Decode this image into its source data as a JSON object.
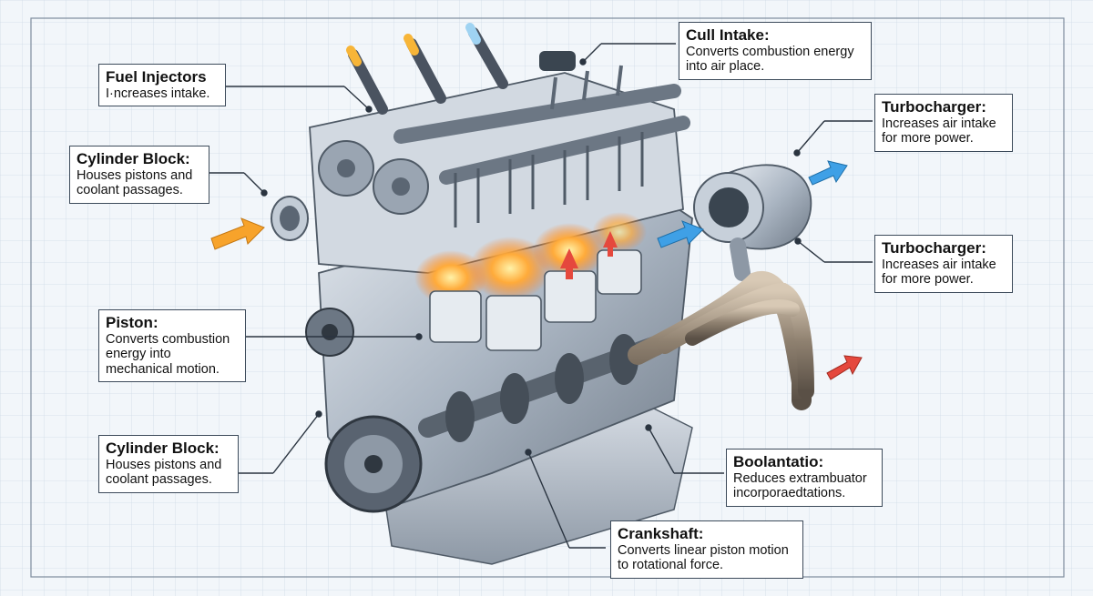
{
  "diagram": {
    "colors": {
      "background": "#f2f6fa",
      "grid": "#c9d6e6",
      "metal": "#aeb9c6",
      "metal_dark": "#5b6673",
      "combustion": "#ff8a1f",
      "arrow_orange": "#f7a32b",
      "arrow_blue": "#3fa0e6",
      "arrow_red": "#e5483d",
      "leader": "#2a3440"
    },
    "callouts": [
      {
        "title": "Fuel Injectors",
        "desc": "I·ncreases intake."
      },
      {
        "title": "Cylinder Block:",
        "desc": "Houses pistons and\ncoolant passages."
      },
      {
        "title": "Piston:",
        "desc": "Converts combustion\nenergy into\nmechanical motion."
      },
      {
        "title": "Cylinder Block:",
        "desc": "Houses pistons and\ncoolant passages."
      },
      {
        "title": "Cull Intake:",
        "desc": "Converts combustion energy\ninto air place."
      },
      {
        "title": "Turbocharger:",
        "desc": "Increases air intake\nfor more power."
      },
      {
        "title": "Turbocharger:",
        "desc": "Increases air intake\nfor more power."
      },
      {
        "title": "Boolantatio:",
        "desc": "Reduces extrambuator\nincorporaedtations."
      },
      {
        "title": "Crankshaft:",
        "desc": "Converts linear piston motion\nto rotational force."
      }
    ]
  }
}
